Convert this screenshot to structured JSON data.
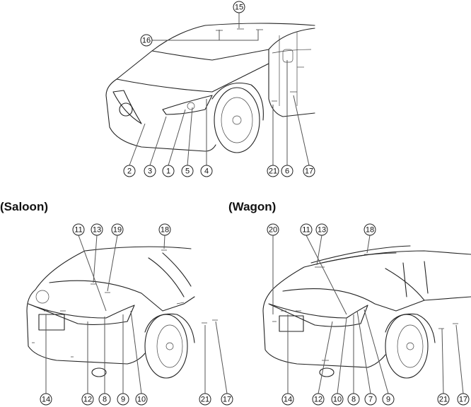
{
  "variants": {
    "saloon": "(Saloon)",
    "wagon": "(Wagon)"
  },
  "front_view": {
    "callouts": [
      "15",
      "16",
      "2",
      "3",
      "1",
      "5",
      "4",
      "21",
      "6",
      "17"
    ]
  },
  "saloon_rear": {
    "callouts": [
      "11",
      "13",
      "19",
      "18",
      "14",
      "12",
      "8",
      "9",
      "10",
      "21",
      "17"
    ]
  },
  "wagon_rear": {
    "callouts": [
      "20",
      "11",
      "13",
      "18",
      "14",
      "12",
      "10",
      "8",
      "7",
      "9",
      "21",
      "17"
    ]
  }
}
